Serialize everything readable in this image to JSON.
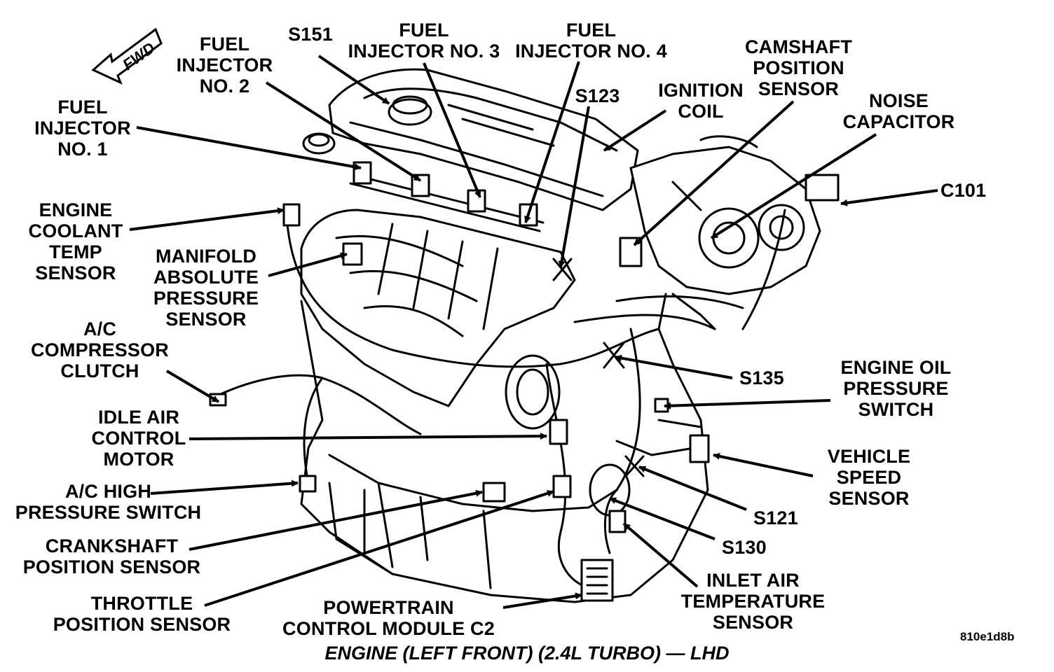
{
  "direction_marker": "FWD",
  "caption": "ENGINE (LEFT FRONT) (2.4L TURBO) — LHD",
  "figure_id": "810e1d8b",
  "callouts": [
    {
      "id": "fuel-injector-1",
      "lines": [
        "FUEL",
        "INJECTOR",
        "NO. 1"
      ]
    },
    {
      "id": "fuel-injector-2",
      "lines": [
        "FUEL",
        "INJECTOR",
        "NO. 2"
      ]
    },
    {
      "id": "s151",
      "lines": [
        "S151"
      ]
    },
    {
      "id": "fuel-injector-3",
      "lines": [
        "FUEL",
        "INJECTOR NO. 3"
      ]
    },
    {
      "id": "fuel-injector-4",
      "lines": [
        "FUEL",
        "INJECTOR NO. 4"
      ]
    },
    {
      "id": "s123",
      "lines": [
        "S123"
      ]
    },
    {
      "id": "ignition-coil",
      "lines": [
        "IGNITION",
        "COIL"
      ]
    },
    {
      "id": "camshaft-position-sensor",
      "lines": [
        "CAMSHAFT",
        "POSITION",
        "SENSOR"
      ]
    },
    {
      "id": "noise-capacitor",
      "lines": [
        "NOISE",
        "CAPACITOR"
      ]
    },
    {
      "id": "c101",
      "lines": [
        "C101"
      ]
    },
    {
      "id": "engine-coolant-temp-sensor",
      "lines": [
        "ENGINE",
        "COOLANT",
        "TEMP",
        "SENSOR"
      ]
    },
    {
      "id": "manifold-absolute-pressure-sensor",
      "lines": [
        "MANIFOLD",
        "ABSOLUTE",
        "PRESSURE",
        "SENSOR"
      ]
    },
    {
      "id": "ac-compressor-clutch",
      "lines": [
        "A/C",
        "COMPRESSOR",
        "CLUTCH"
      ]
    },
    {
      "id": "s135",
      "lines": [
        "S135"
      ]
    },
    {
      "id": "engine-oil-pressure-switch",
      "lines": [
        "ENGINE OIL",
        "PRESSURE",
        "SWITCH"
      ]
    },
    {
      "id": "idle-air-control-motor",
      "lines": [
        "IDLE AIR",
        "CONTROL",
        "MOTOR"
      ]
    },
    {
      "id": "vehicle-speed-sensor",
      "lines": [
        "VEHICLE",
        "SPEED",
        "SENSOR"
      ]
    },
    {
      "id": "ac-high-pressure-switch",
      "lines": [
        "A/C HIGH",
        "PRESSURE SWITCH"
      ]
    },
    {
      "id": "s121",
      "lines": [
        "S121"
      ]
    },
    {
      "id": "crankshaft-position-sensor",
      "lines": [
        "CRANKSHAFT",
        "POSITION SENSOR"
      ]
    },
    {
      "id": "s130",
      "lines": [
        "S130"
      ]
    },
    {
      "id": "inlet-air-temperature-sensor",
      "lines": [
        "INLET AIR",
        "TEMPERATURE",
        "SENSOR"
      ]
    },
    {
      "id": "throttle-position-sensor",
      "lines": [
        "THROTTLE",
        "POSITION SENSOR"
      ]
    },
    {
      "id": "powertrain-control-module-c2",
      "lines": [
        "POWERTRAIN",
        "CONTROL MODULE C2"
      ]
    }
  ]
}
